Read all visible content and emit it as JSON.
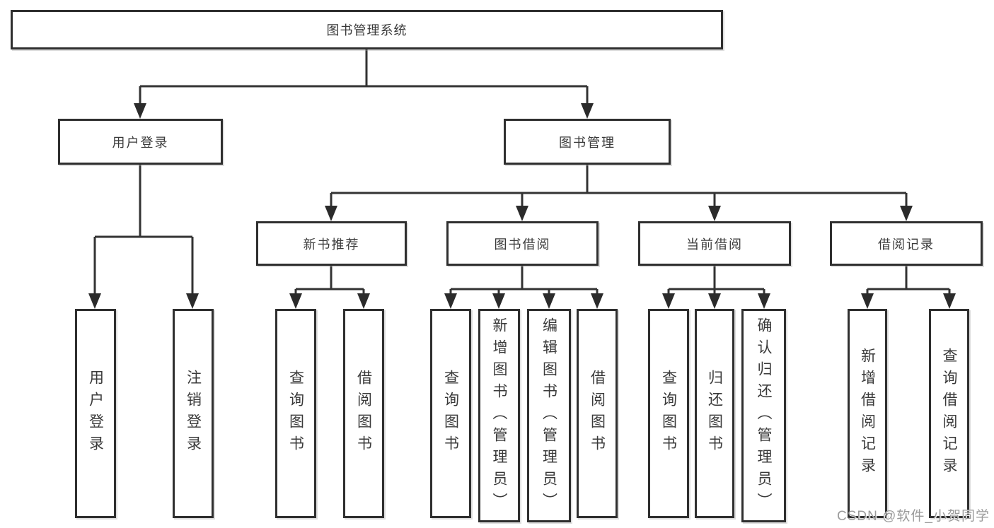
{
  "colors": {
    "line": "#333333",
    "box_border": "#2f2f2f",
    "text": "#3a3a3a",
    "background": "#ffffff",
    "watermark": "#9b9b9b"
  },
  "root": {
    "label": "图书管理系统"
  },
  "level2": [
    {
      "id": "user-login-group",
      "label": "用户登录"
    },
    {
      "id": "book-management-group",
      "label": "图书管理"
    }
  ],
  "level3": [
    {
      "id": "new-book-recommend",
      "parent": "图书管理",
      "label": "新书推荐"
    },
    {
      "id": "book-borrowing",
      "parent": "图书管理",
      "label": "图书借阅"
    },
    {
      "id": "current-borrowing",
      "parent": "图书管理",
      "label": "当前借阅"
    },
    {
      "id": "borrowing-records",
      "parent": "图书管理",
      "label": "借阅记录"
    }
  ],
  "leaves": [
    {
      "parent": "用户登录",
      "label": "用户登录"
    },
    {
      "parent": "用户登录",
      "label": "注销登录"
    },
    {
      "parent": "新书推荐",
      "label": "查询图书"
    },
    {
      "parent": "新书推荐",
      "label": "借阅图书"
    },
    {
      "parent": "图书借阅",
      "label": "查询图书"
    },
    {
      "parent": "图书借阅",
      "label": "新增图书（管理员）"
    },
    {
      "parent": "图书借阅",
      "label": "编辑图书（管理员）"
    },
    {
      "parent": "图书借阅",
      "label": "借阅图书"
    },
    {
      "parent": "当前借阅",
      "label": "查询图书"
    },
    {
      "parent": "当前借阅",
      "label": "归还图书"
    },
    {
      "parent": "当前借阅",
      "label": "确认归还（管理员）"
    },
    {
      "parent": "借阅记录",
      "label": "新增借阅记录"
    },
    {
      "parent": "借阅记录",
      "label": "查询借阅记录"
    }
  ],
  "watermark": "CSDN @软件_小贺同学"
}
